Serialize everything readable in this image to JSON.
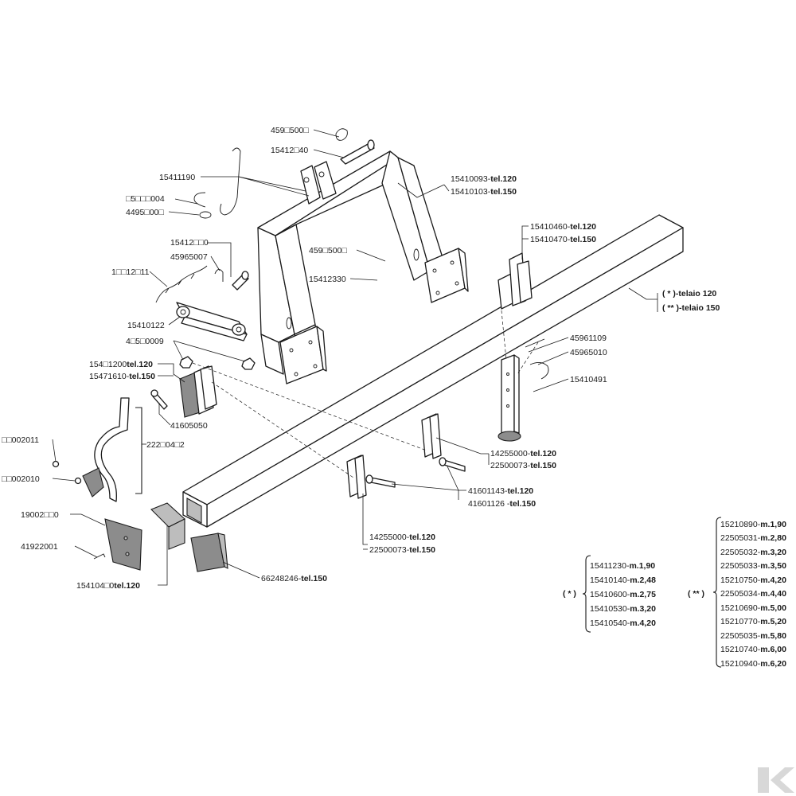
{
  "callouts": {
    "c1": "459□500□",
    "c2": "15412□40",
    "c3": "15411190",
    "c4": "□5□□□004",
    "c5": "4495□00□",
    "c6": "15412□□0",
    "c7": "45965007",
    "c8": "1□□12□11",
    "c9": "15410122",
    "c10": "4□5□0009",
    "c11a": "154□1200",
    "c11b": "tel.120",
    "c12a": "15471610-",
    "c12b": "tel.150",
    "c13": "41605050",
    "c14": "□□002011",
    "c15": "□□002010",
    "c16": "222□04□2",
    "c17": "19002□□0",
    "c18": "41922001",
    "c19a": "154104□0",
    "c19b": "tel.120",
    "c20a": "66248246-",
    "c20b": "tel.150",
    "c21a": "15410093-",
    "c21b": "tel.120",
    "c22a": "15410103-",
    "c22b": "tel.150",
    "c23": "459□500□",
    "c24": "15412330",
    "c25a": "15410460-",
    "c25b": "tel.120",
    "c26a": "15410470-",
    "c26b": "tel.150",
    "c27": "( * )-telaio 120",
    "c28": "( ** )-telaio 150",
    "c29": "45961109",
    "c30": "45965010",
    "c31": "15410491",
    "c32a": "14255000-",
    "c32b": "tel.120",
    "c33a": "22500073-",
    "c33b": "tel.150",
    "c34a": "41601143-",
    "c34b": "tel.120",
    "c35a": "41601126 -",
    "c35b": "tel.150",
    "c36a": "14255000-",
    "c36b": "tel.120",
    "c37a": "22500073-",
    "c37b": "tel.150"
  },
  "table_single": {
    "marker": "( * )",
    "rows": [
      {
        "code": "15411230-",
        "len": "m.1,90"
      },
      {
        "code": "15410140-",
        "len": "m.2,48"
      },
      {
        "code": "15410600-",
        "len": "m.2,75"
      },
      {
        "code": "15410530-",
        "len": "m.3,20"
      },
      {
        "code": "15410540-",
        "len": "m.4,20"
      }
    ]
  },
  "table_double": {
    "marker": "( ** )",
    "rows": [
      {
        "code": "15210890-",
        "len": "m.1,90"
      },
      {
        "code": "22505031-",
        "len": "m.2,80"
      },
      {
        "code": "22505032-",
        "len": "m.3,20"
      },
      {
        "code": "22505033-",
        "len": "m.3,50"
      },
      {
        "code": "15210750-",
        "len": "m.4,20"
      },
      {
        "code": "22505034-",
        "len": "m.4,40"
      },
      {
        "code": "15210690-",
        "len": "m.5,00"
      },
      {
        "code": "15210770-",
        "len": "m.5,20"
      },
      {
        "code": "22505035-",
        "len": "m.5,80"
      },
      {
        "code": "15210740-",
        "len": "m.6,00"
      },
      {
        "code": "15210940-",
        "len": "m.6,20"
      }
    ]
  },
  "colors": {
    "line": "#1a1a1a",
    "shade": "#8c8c8c",
    "light_shade": "#bdbdbd",
    "logo": "#d8d8d8"
  }
}
